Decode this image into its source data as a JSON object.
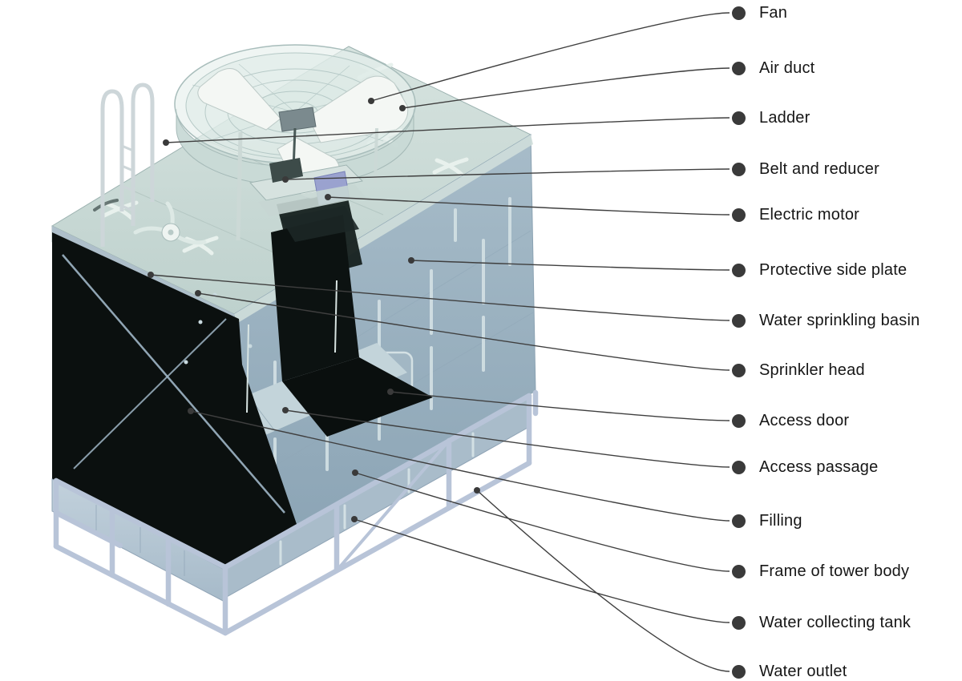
{
  "diagram": {
    "type": "labeled-illustration",
    "parts": [
      {
        "id": "fan",
        "label": "Fan"
      },
      {
        "id": "air-duct",
        "label": "Air duct"
      },
      {
        "id": "ladder",
        "label": "Ladder"
      },
      {
        "id": "belt-and-reducer",
        "label": "Belt and reducer"
      },
      {
        "id": "electric-motor",
        "label": "Electric motor"
      },
      {
        "id": "protective-side-plate",
        "label": "Protective side plate"
      },
      {
        "id": "water-sprinkling-basin",
        "label": "Water sprinkling basin"
      },
      {
        "id": "sprinkler-head",
        "label": "Sprinkler head"
      },
      {
        "id": "access-door",
        "label": "Access door"
      },
      {
        "id": "access-passage",
        "label": "Access passage"
      },
      {
        "id": "filling",
        "label": "Filling"
      },
      {
        "id": "frame-of-tower-body",
        "label": "Frame of tower body"
      },
      {
        "id": "water-collecting-tank",
        "label": "Water collecting tank"
      },
      {
        "id": "water-outlet",
        "label": "Water outlet"
      }
    ],
    "colors": {
      "bullet": "#3a3a3a",
      "leader-line": "#3f3f3f",
      "label-text": "#161616",
      "tower-body": "#9db3c1",
      "deck": "#ccdbd7",
      "interior-dark": "#0c1211",
      "frame": "#b8c4d8",
      "motor": "#9aa2cf",
      "fan-blade": "#f4f7f4"
    }
  }
}
